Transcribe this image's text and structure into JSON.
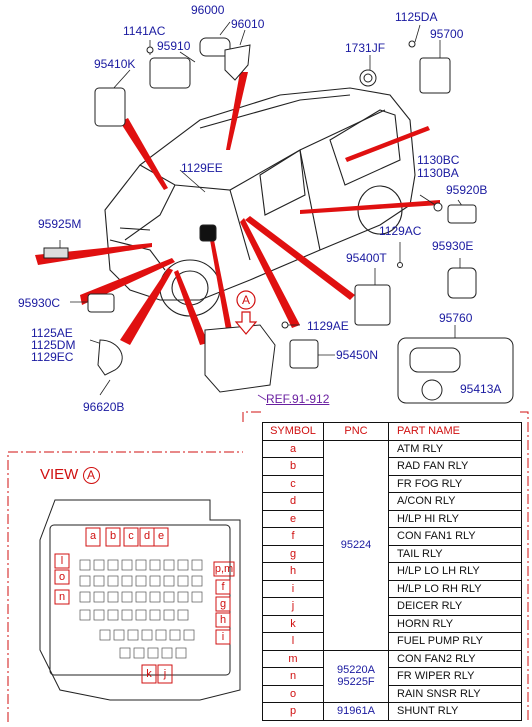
{
  "parts": {
    "p96000": "96000",
    "p96010": "96010",
    "p1141AC": "1141AC",
    "p95910": "95910",
    "p95410K": "95410K",
    "p1125DA": "1125DA",
    "p95700": "95700",
    "p1731JF": "1731JF",
    "p1129EE": "1129EE",
    "p1130BC": "1130BC",
    "p1130BA": "1130BA",
    "p95920B": "95920B",
    "p95925M": "95925M",
    "p1129AC": "1129AC",
    "p95930E": "95930E",
    "p95400T": "95400T",
    "p95930C": "95930C",
    "p1125AE": "1125AE",
    "p1125DM": "1125DM",
    "p1129EC": "1129EC",
    "p1129AE": "1129AE",
    "p95760": "95760",
    "p95450N": "95450N",
    "p95413A": "95413A",
    "p96620B": "96620B"
  },
  "callout_a": "A",
  "ref_label": "REF.91-912",
  "view_label": "VIEW",
  "view_mark": "A",
  "table": {
    "headers": [
      "SYMBOL",
      "PNC",
      "PART NAME"
    ],
    "rows": [
      {
        "sym": "a",
        "name": "ATM RLY"
      },
      {
        "sym": "b",
        "name": "RAD FAN RLY"
      },
      {
        "sym": "c",
        "name": "FR FOG RLY"
      },
      {
        "sym": "d",
        "name": "A/CON RLY"
      },
      {
        "sym": "e",
        "name": "H/LP HI RLY"
      },
      {
        "sym": "f",
        "name": "CON FAN1 RLY"
      },
      {
        "sym": "g",
        "name": "TAIL RLY"
      },
      {
        "sym": "h",
        "name": "H/LP LO LH RLY"
      },
      {
        "sym": "i",
        "name": "H/LP LO RH RLY"
      },
      {
        "sym": "j",
        "name": "DEICER RLY"
      },
      {
        "sym": "k",
        "name": "HORN RLY"
      },
      {
        "sym": "l",
        "name": "FUEL PUMP RLY"
      },
      {
        "sym": "m",
        "name": "CON FAN2 RLY"
      },
      {
        "sym": "n",
        "name": "FR WIPER RLY"
      },
      {
        "sym": "o",
        "name": "RAIN SNSR RLY"
      },
      {
        "sym": "p",
        "name": "SHUNT RLY"
      }
    ],
    "pnc_group1": "95224",
    "pnc_group2a": "95220A",
    "pnc_group2b": "95225F",
    "pnc_group3": "91961A"
  },
  "fuse_labels": {
    "a": "a",
    "b": "b",
    "c": "c",
    "d": "d",
    "e": "e",
    "f": "f",
    "g": "g",
    "h": "h",
    "i": "i",
    "j": "j",
    "k": "k",
    "l": "l",
    "m": "m",
    "n": "n",
    "o": "o",
    "pm": "p,m"
  }
}
